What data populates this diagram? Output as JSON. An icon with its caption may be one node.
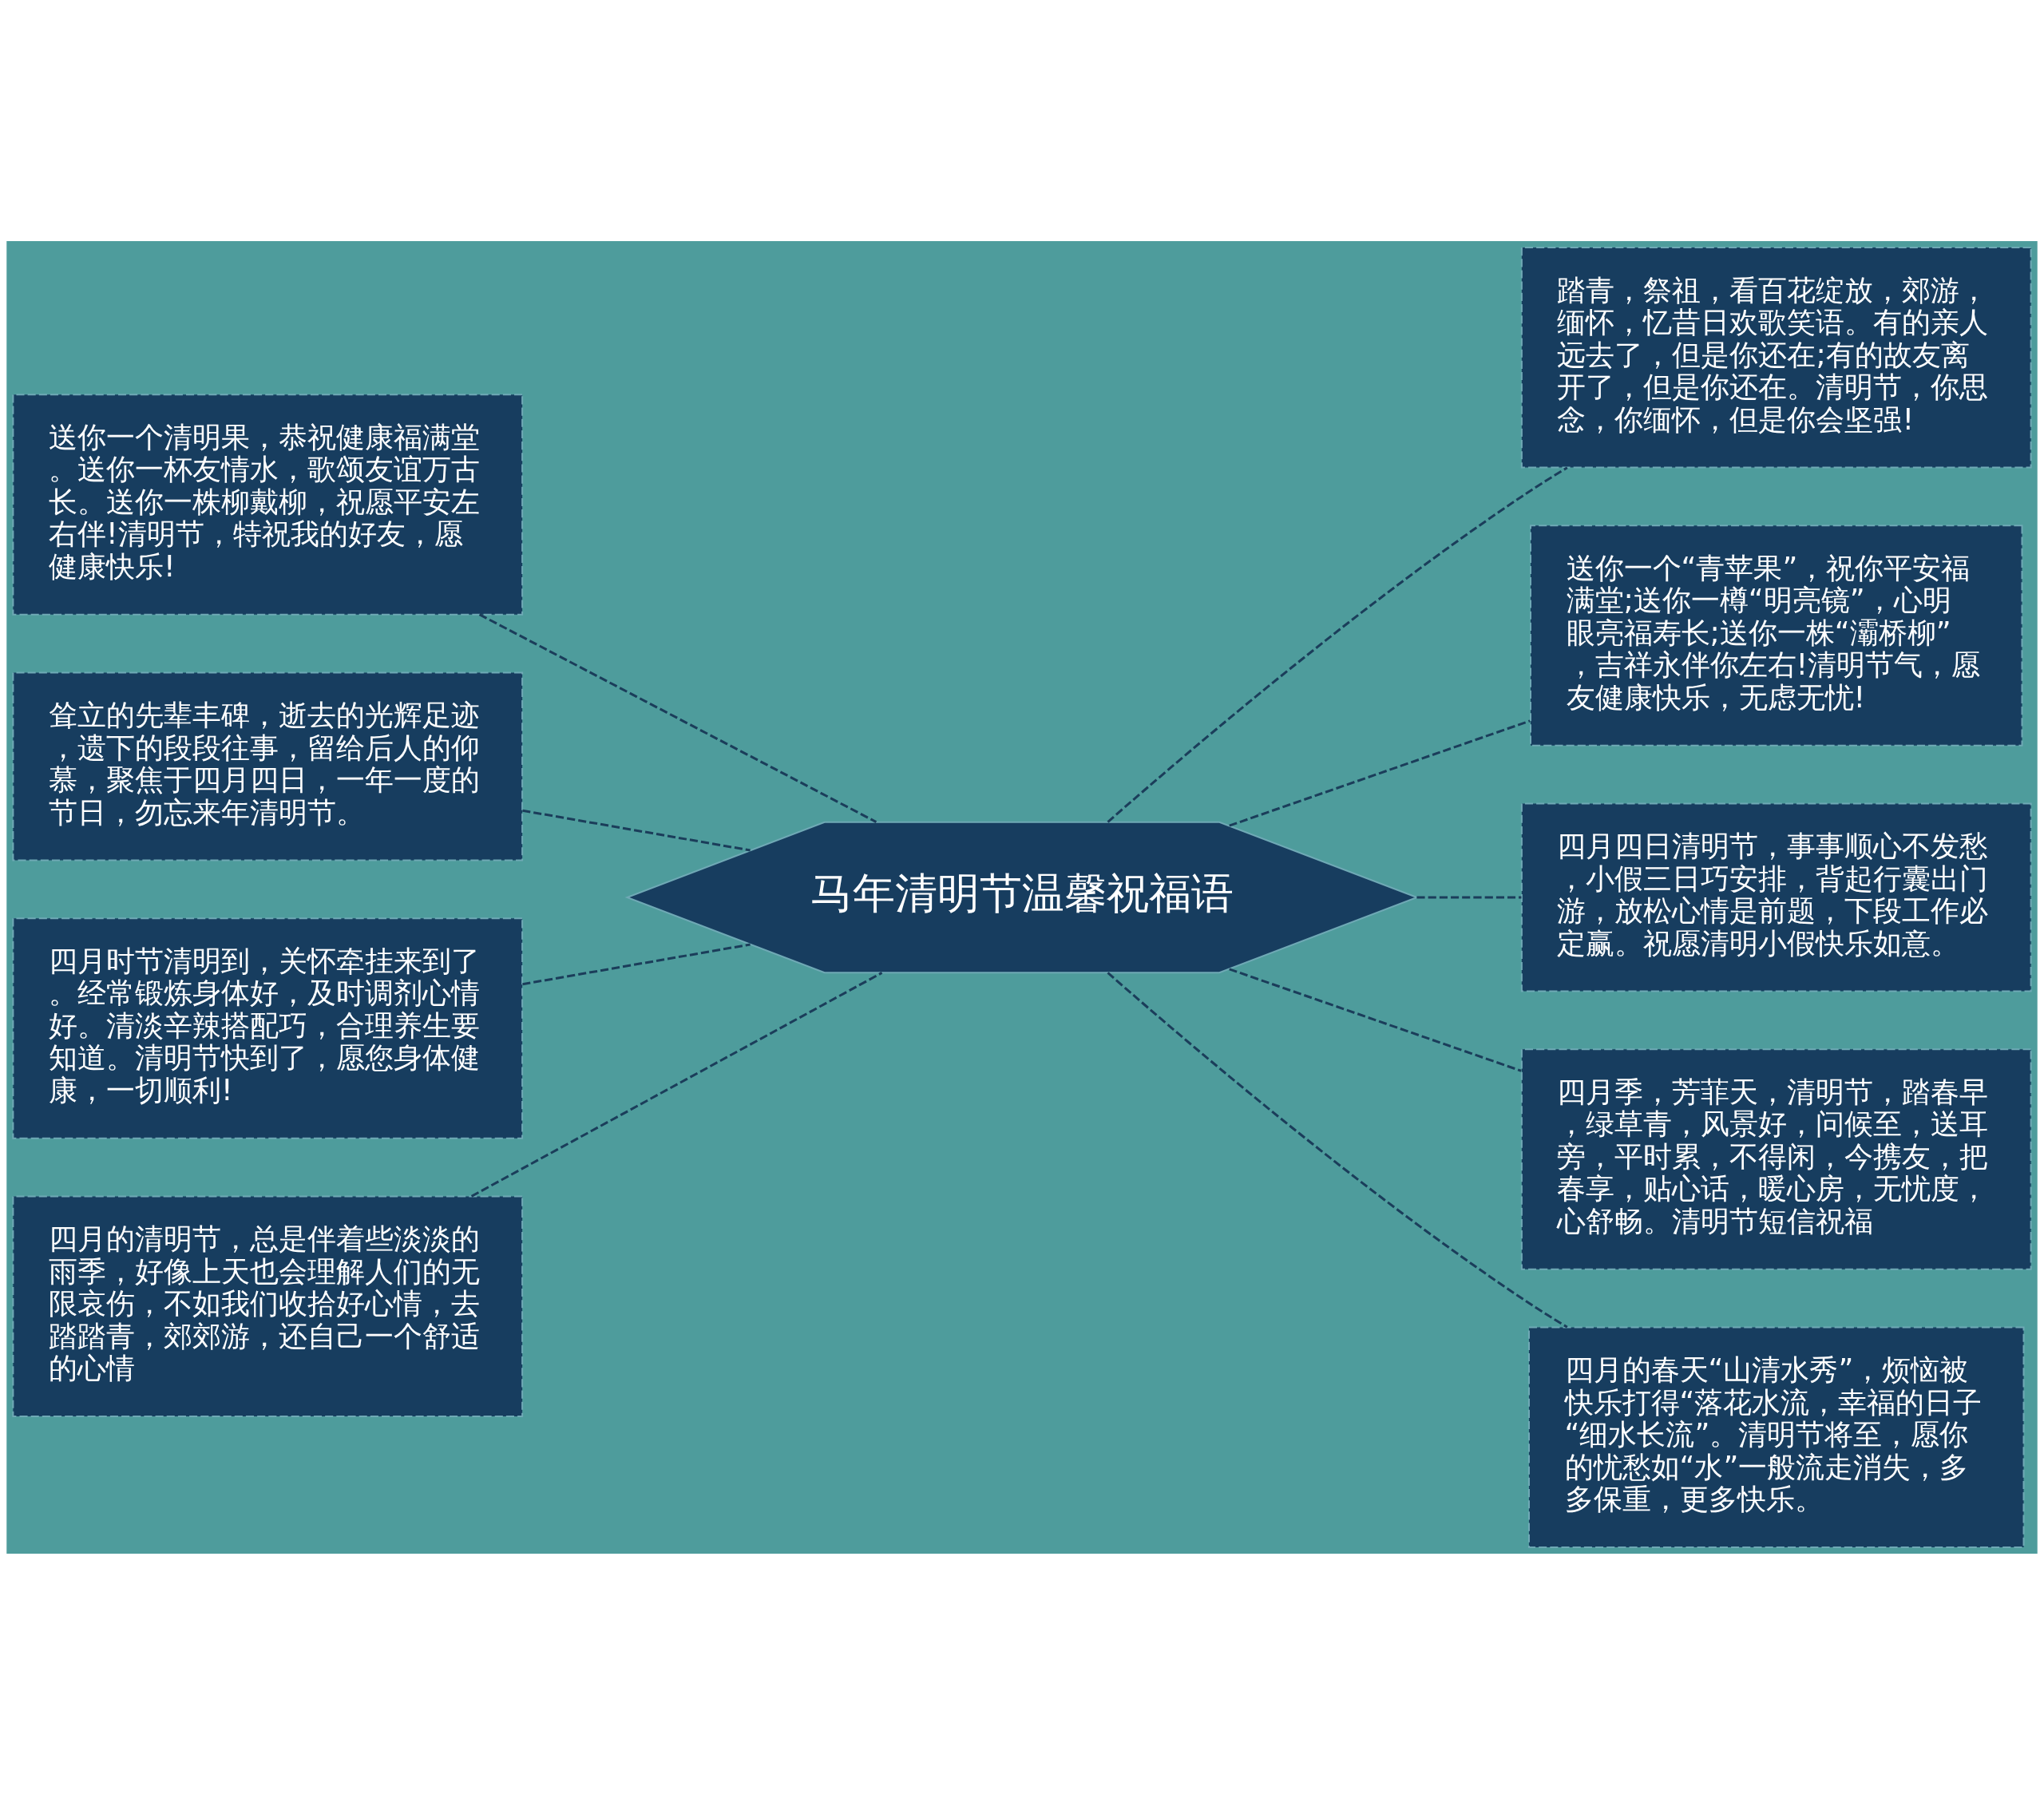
{
  "diagram": {
    "nodes": [
      {
        "text": [
          "马年清明节温馨祝福语"
        ]
      },
      {
        "text": [
          "送你一个清明果，恭祝健康福满堂。送你一杯友情水，歌颂友谊万古长。送你一株柳戴柳，祝愿平安左右伴!清明节，特祝我的好友，愿健康快乐!"
        ]
      },
      {
        "text": [
          "耸立的先辈丰碑，逝去的光辉足迹，遗下的段段往事，留给后人的仰慕，聚焦于四月四日，一年一度的节日，勿忘来年清明节。"
        ]
      },
      {
        "text": [
          "四月时节清明到，关怀牵挂来到了。经常锻炼身体好，及时调剂心情好。清淡辛辣搭配巧，合理养生要知道。清明节快到了，愿您身体健康，一切顺利!"
        ]
      },
      {
        "text": [
          "四月的清明节，总是伴着些淡淡的雨季，好像上天也会理解人们的无限哀伤，不如我们收拾好心情，去踏踏青，郊郊游，还自己一个舒适的心情"
        ]
      },
      {
        "text": [
          "踏青，祭祖，看百花绽放，郊游，缅怀，忆昔日欢歌笑语。有的亲人远去了，但是你还在;有的故友离开了，但是你还在。清明节，你思念，你缅怀，但是你会坚强!"
        ]
      },
      {
        "text": [
          "送你一个“青苹果”，祝你平安福满堂;送你一樽“明亮镜”，心明眼亮福寿长;送你一株“灞桥柳”，吉祥永伴你左右!清明节气，愿友健康快乐，无虑无忧!"
        ]
      },
      {
        "text": [
          "四月四日清明节，事事顺心不发愁，小假三日巧安排，背起行囊出门游，放松心情是前题，下段工作必定赢。祝愿清明小假快乐如意。"
        ]
      },
      {
        "text": [
          "四月季，芳菲天，清明节，踏春早，绿草青，风景好，问候至，送耳旁，平时累，不得闲，今携友，把春享，贴心话，暖心房，无忧度，心舒畅。清明节短信祝福"
        ]
      },
      {
        "text": [
          "四月的春天“山清水秀”，烦恼被快乐打得“落花水流，幸福的日子“细水长流”。清明节将至，愿你的忧愁如“水”一般流走消失，多多保重，更多快乐。"
        ]
      }
    ],
    "edges": [
      {
        "from": 0,
        "to": 1,
        "arrow": "none",
        "style": "dashed"
      },
      {
        "from": 0,
        "to": 2,
        "arrow": "none",
        "style": "dashed"
      },
      {
        "from": 0,
        "to": 3,
        "arrow": "none",
        "style": "dashed"
      },
      {
        "from": 0,
        "to": 4,
        "arrow": "none",
        "style": "dashed"
      },
      {
        "from": 0,
        "to": 5,
        "arrow": "none",
        "style": "dashed"
      },
      {
        "from": 0,
        "to": 6,
        "arrow": "none",
        "style": "dashed"
      },
      {
        "from": 0,
        "to": 7,
        "arrow": "none",
        "style": "dashed"
      },
      {
        "from": 0,
        "to": 8,
        "arrow": "none",
        "style": "dashed"
      },
      {
        "from": 0,
        "to": 9,
        "arrow": "none",
        "style": "dashed"
      }
    ]
  }
}
